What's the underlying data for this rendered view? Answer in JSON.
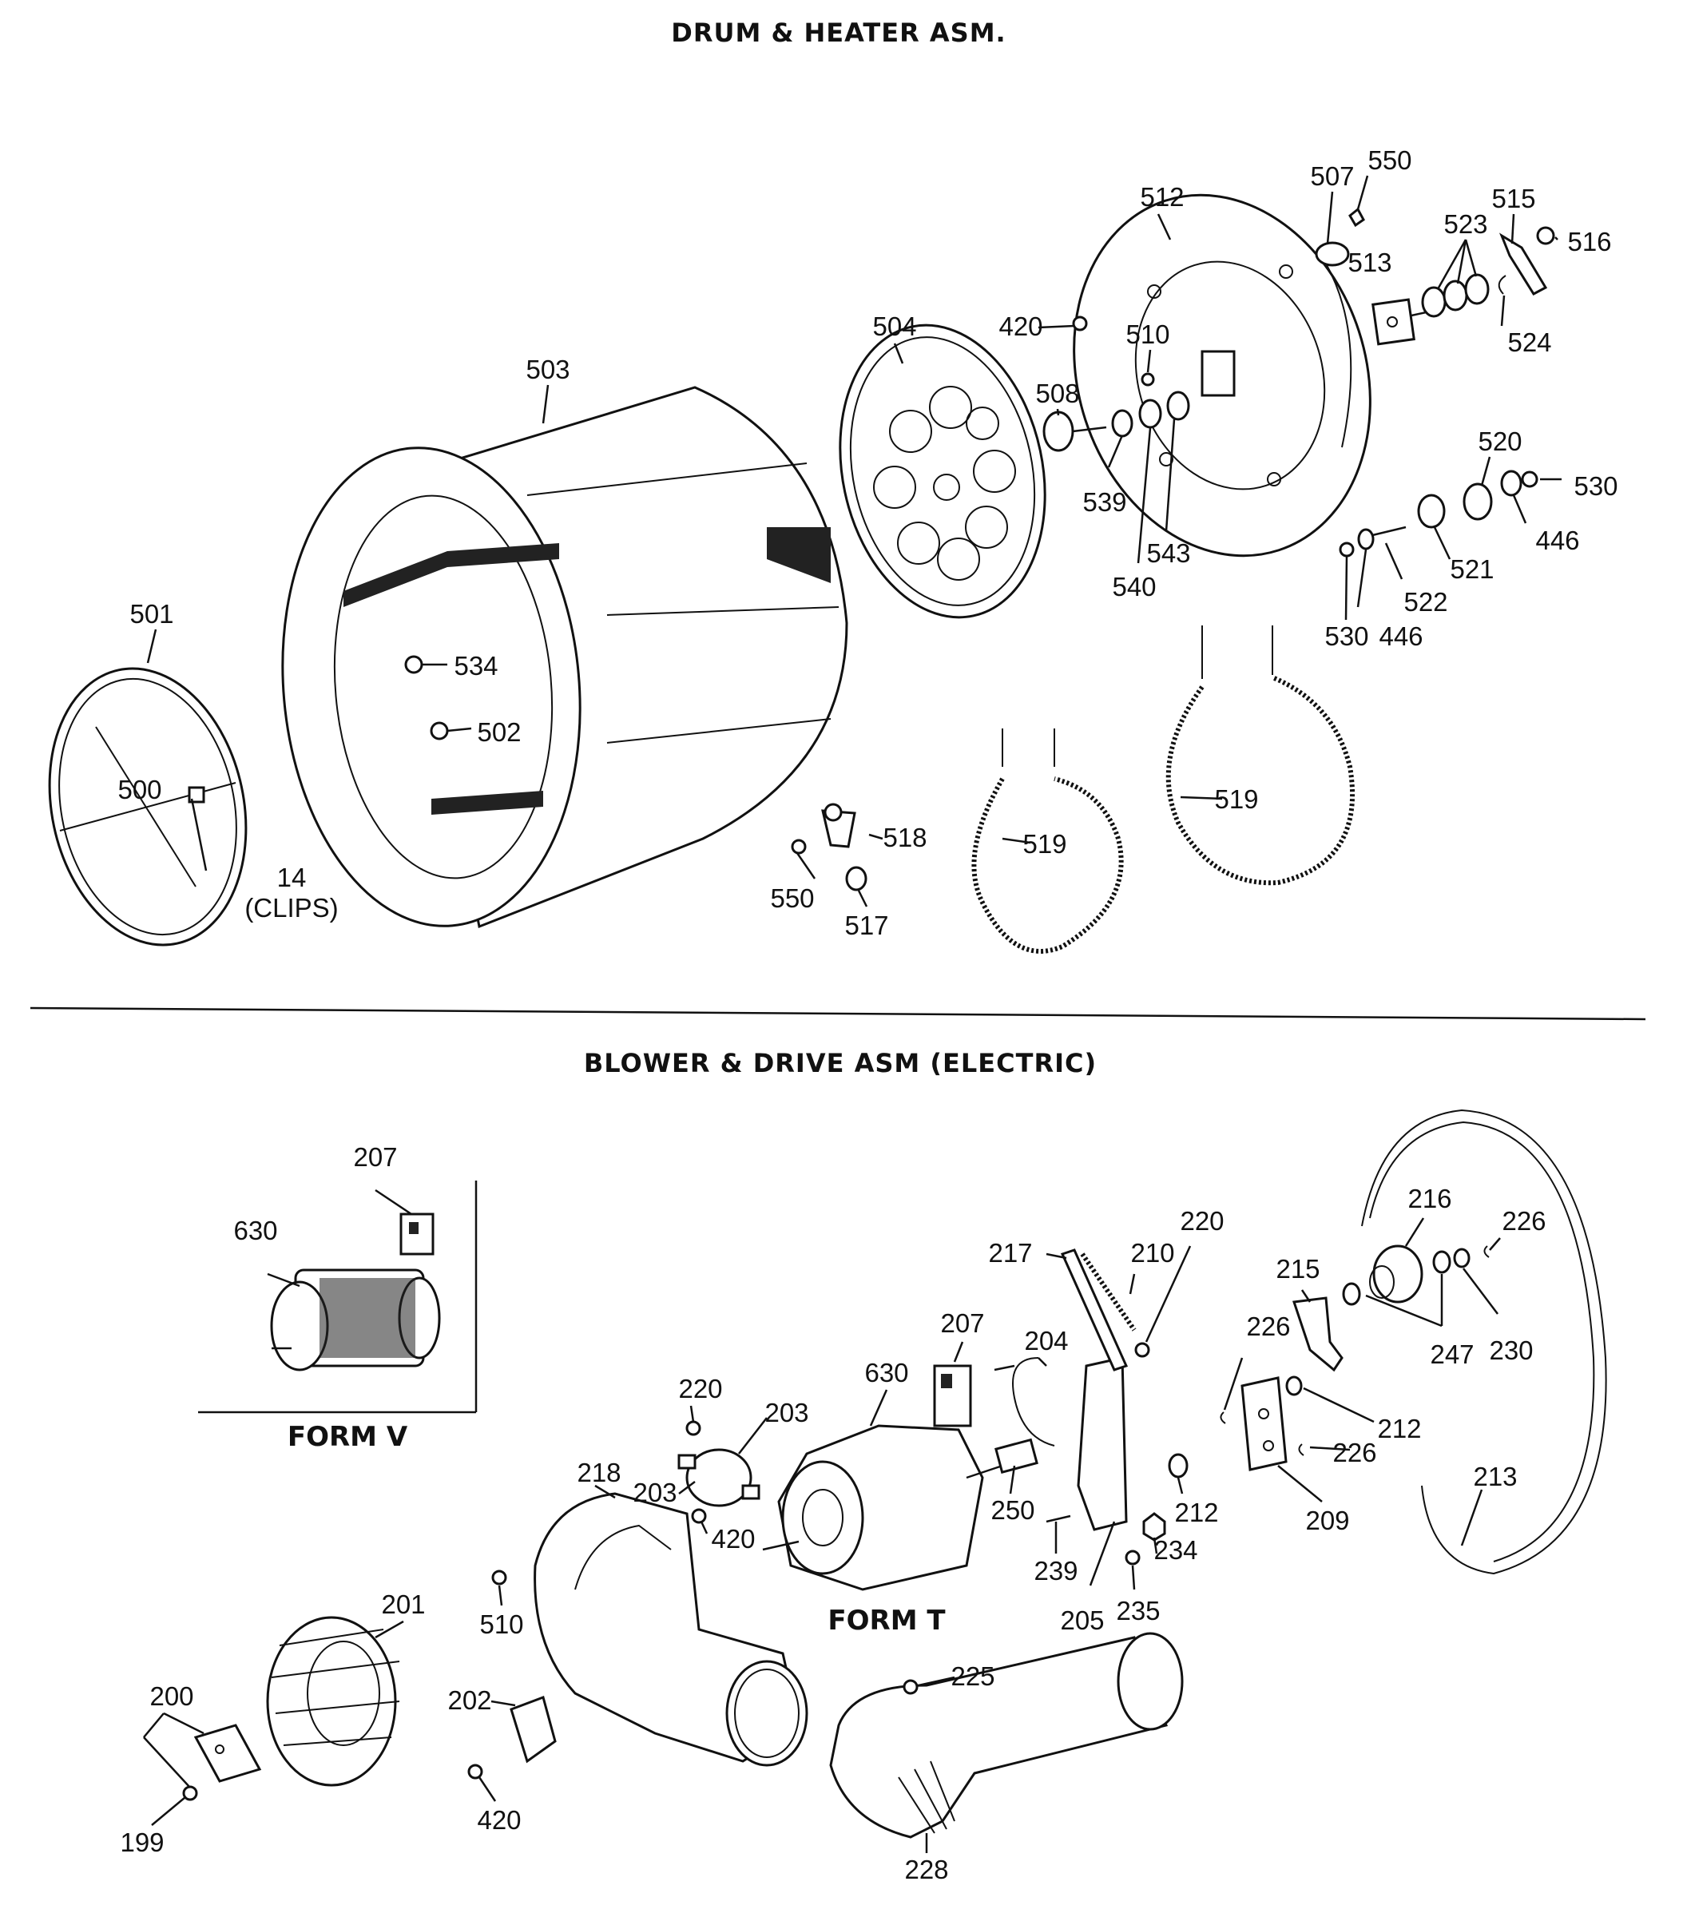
{
  "sections": {
    "drum_heater": {
      "title": "DRUM & HEATER ASM."
    },
    "blower_drive": {
      "title": "BLOWER & DRIVE ASM (ELECTRIC)",
      "form_v_label": "FORM V",
      "form_t_label": "FORM T"
    }
  },
  "callouts": {
    "c503": "503",
    "c504": "504",
    "c512": "512",
    "c507": "507",
    "c550a": "550",
    "c513": "513",
    "c523": "523",
    "c515": "515",
    "c516": "516",
    "c524": "524",
    "c420a": "420",
    "c510a": "510",
    "c508": "508",
    "c539": "539",
    "c540": "540",
    "c543": "543",
    "c520": "520",
    "c530a": "530",
    "c446a": "446",
    "c521": "521",
    "c522": "522",
    "c530b": "530",
    "c446b": "446",
    "c501": "501",
    "c500": "500",
    "c14": "14",
    "c14b": "(CLIPS)",
    "c534": "534",
    "c502": "502",
    "c518": "518",
    "c550b": "550",
    "c517": "517",
    "c519a": "519",
    "c519b": "519",
    "c207a": "207",
    "c630a": "630",
    "c217": "217",
    "c210": "210",
    "c220a": "220",
    "c207b": "207",
    "c204": "204",
    "c215": "215",
    "c216": "216",
    "c226a": "226",
    "c226b": "226",
    "c247": "247",
    "c230": "230",
    "c212a": "212",
    "c226c": "226",
    "c209": "209",
    "c213": "213",
    "c220b": "220",
    "c203a": "203",
    "c630b": "630",
    "c203b": "203",
    "c420b": "420",
    "c218": "218",
    "c250": "250",
    "c212b": "212",
    "c234": "234",
    "c239": "239",
    "c205": "205",
    "c235": "235",
    "c510b": "510",
    "c201": "201",
    "c200": "200",
    "c202": "202",
    "c420c": "420",
    "c199": "199",
    "c225": "225",
    "c228": "228"
  }
}
